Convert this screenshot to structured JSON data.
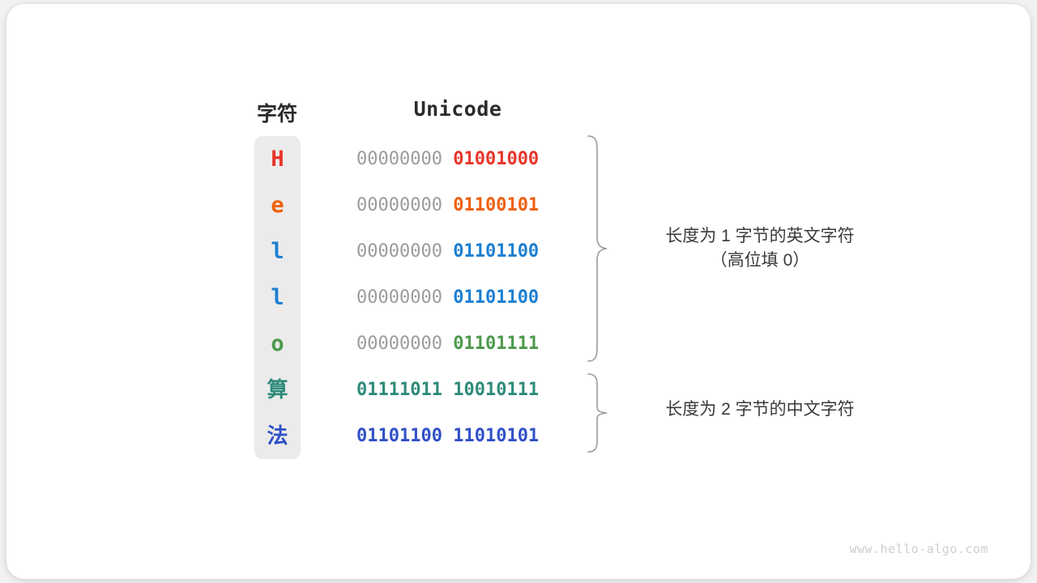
{
  "headers": {
    "character": "字符",
    "unicode": "Unicode"
  },
  "colors": {
    "card_background": "#ffffff",
    "page_background": "#f2f2f2",
    "column_background": "#ebebeb",
    "high_bits_gray": "#9b9b9b",
    "brace_gray": "#9a9a9a",
    "watermark_gray": "#cfcfcf",
    "header_text": "#2b2b2b",
    "annotation_text": "#3a3a3a"
  },
  "rows": [
    {
      "char": "H",
      "script": "latin",
      "high_bits": "00000000",
      "low_bits": "01001000",
      "color": "#e8352a",
      "high_bits_colored": false
    },
    {
      "char": "e",
      "script": "latin",
      "high_bits": "00000000",
      "low_bits": "01100101",
      "color": "#f0600f",
      "high_bits_colored": false
    },
    {
      "char": "l",
      "script": "latin",
      "high_bits": "00000000",
      "low_bits": "01101100",
      "color": "#1c7fd0",
      "high_bits_colored": false
    },
    {
      "char": "l",
      "script": "latin",
      "high_bits": "00000000",
      "low_bits": "01101100",
      "color": "#1c7fd0",
      "high_bits_colored": false
    },
    {
      "char": "o",
      "script": "latin",
      "high_bits": "00000000",
      "low_bits": "01101111",
      "color": "#4c9a4c",
      "high_bits_colored": false
    },
    {
      "char": "算",
      "script": "cjk",
      "high_bits": "01111011",
      "low_bits": "10010111",
      "color": "#2e8b7a",
      "high_bits_colored": true
    },
    {
      "char": "法",
      "script": "cjk",
      "high_bits": "01101100",
      "low_bits": "11010101",
      "color": "#2f50c8",
      "high_bits_colored": true
    }
  ],
  "annotations": [
    {
      "text": "长度为 1 字节的英文字符\n（高位填 0）"
    },
    {
      "text": "长度为 2 字节的中文字符"
    }
  ],
  "watermark": "www.hello-algo.com"
}
